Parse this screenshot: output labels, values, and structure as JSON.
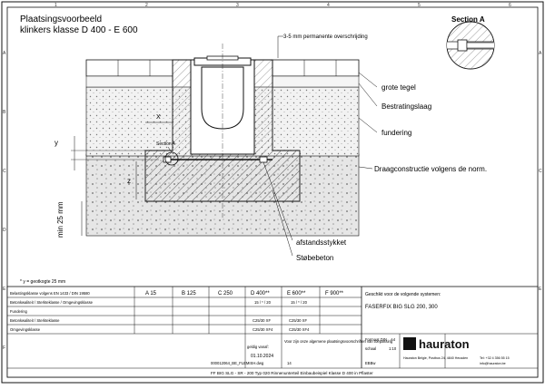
{
  "title": {
    "line1": "Plaatsingsvoorbeeld",
    "line2": "klinkers klasse D 400 - E 600"
  },
  "section_a": {
    "title": "Section A"
  },
  "labels": {
    "overschrijding": "3-5 mm permanente overschrijding",
    "grote_tegel": "grote tegel",
    "bestratingslaag": "Bestratingslaag",
    "fundering": "fundering",
    "draagconstructie": "Draagconstructie volgens de norm.",
    "afstandsstykket": "afstandsstykket",
    "stobebeton": "Støbebeton",
    "section_a_small": "Section A",
    "dim_x": "X",
    "dim_y": "y",
    "dim_z": "z",
    "dim_min": "min 25 mm",
    "footnote": "* y = geotkogte 25 mm"
  },
  "frame": {
    "cols_top": [
      "1",
      "2",
      "3",
      "4",
      "5",
      "6"
    ],
    "rows_side": [
      "A",
      "B",
      "C",
      "D",
      "E",
      "F"
    ]
  },
  "titleblock": {
    "rows": [
      {
        "label": "Belastingsklasse volgens EN 1433 / DIN 19580",
        "values": [
          "A 15",
          "B 125",
          "C 250",
          "D 400**",
          "E 600**",
          "F 900**"
        ]
      },
      {
        "label": "Betonkwaliteit / Sterkteklasse / Omgevingsklasse",
        "values": [
          "",
          "",
          "",
          "15 / * / 20",
          "15 / * / 20",
          ""
        ]
      },
      {
        "label": "Fundering",
        "values": [
          "",
          "",
          "",
          "",
          "",
          ""
        ]
      },
      {
        "label": "Betonkwaliteit / Sterkteklasse",
        "values": [
          "",
          "",
          "",
          "C25/30 XF",
          "C25/30 XF",
          ""
        ]
      },
      {
        "label": "Omgevingsklasse",
        "values": [
          "",
          "",
          "",
          "C25/30 XF4",
          "C25/30 XF4",
          ""
        ]
      }
    ],
    "suitable_title": "Geschikt voor de volgende systemen:",
    "suitable_system": "FASERFIX BIG SLG 200, 300",
    "valid_from_label": "geldig vanaf:",
    "valid_from": "01.10.2024",
    "note": "Voor zijn onze algemene plaatsingsvoorschriften van toepassing",
    "format_label": "Formaat DIN",
    "format_value": "A4",
    "scale_label": "schaal",
    "scale_value": "1:10",
    "sheet_value": "14",
    "lang_value": "EBBw",
    "file_name": "000012064_BE_FLEMISH.dwg",
    "brand": "hauraton",
    "address": "Hauraton Belgie, Postbus 24, 4840 Heusden",
    "phone": "Tel: +32 4 356 55 15",
    "email": "info@hauraton.be",
    "footer": "FF BIG SLG - SR - 200 Typ 020 Rinnenunterteil Einbaubeispiel Klasse D 400 in Pflaster"
  },
  "colors": {
    "line": "#111111",
    "concrete_fill": "#e9e9e9",
    "foundation_fill": "#d9d9d9",
    "background": "#ffffff",
    "brand": "#111111"
  }
}
